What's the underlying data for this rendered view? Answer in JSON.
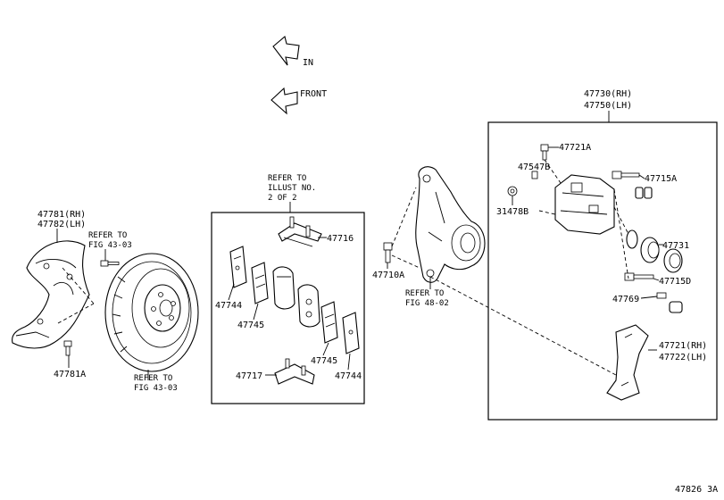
{
  "arrows": {
    "in": "IN",
    "front": "FRONT"
  },
  "labels": {
    "shield_rh": "47781(RH)",
    "shield_lh": "47782(LH)",
    "shield_bolt": "47781A",
    "refer_fig_43_03_top": [
      "REFER TO",
      "FIG 43-03"
    ],
    "refer_fig_43_03_bottom": [
      "REFER TO",
      "FIG 43-03"
    ],
    "refer_illust": [
      "REFER TO",
      "ILLUST NO.",
      "2 OF 2"
    ],
    "refer_fig_48_02": [
      "REFER TO",
      "FIG 48-02"
    ],
    "pad_kit_47716": "47716",
    "pad_47744_left": "47744",
    "pad_47745_left": "47745",
    "pad_47745_right": "47745",
    "pad_47744_right": "47744",
    "pad_kit_47717": "47717",
    "bolt_47710a": "47710A",
    "caliper_rh": "47730(RH)",
    "caliper_lh": "47750(LH)",
    "p_47721a": "47721A",
    "p_47547b": "47547B",
    "p_31478b": "31478B",
    "p_47715a": "47715A",
    "p_47731": "47731",
    "p_47715d": "47715D",
    "p_47769": "47769",
    "mount_rh": "47721(RH)",
    "mount_lh": "47722(LH)",
    "figure_id": "47826 3A"
  }
}
